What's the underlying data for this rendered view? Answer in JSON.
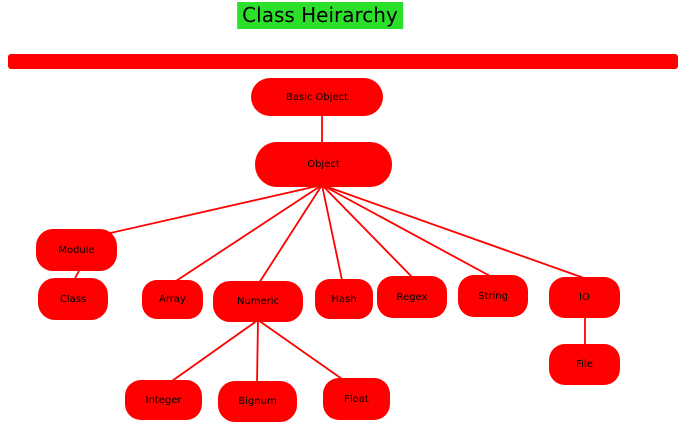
{
  "title": "Class Heirarchy",
  "colors": {
    "node_fill": "#ff0000",
    "edge_line": "#ff0000",
    "divider_bar": "#ff0000",
    "title_highlight": "#2bdf2b",
    "text": "#000000"
  },
  "diagram": {
    "nodes": [
      {
        "id": "basic-object",
        "label": "Basic Object"
      },
      {
        "id": "object",
        "label": "Object"
      },
      {
        "id": "module",
        "label": "Module"
      },
      {
        "id": "class",
        "label": "Class"
      },
      {
        "id": "array",
        "label": "Array"
      },
      {
        "id": "numeric",
        "label": "Numeric"
      },
      {
        "id": "hash",
        "label": "Hash"
      },
      {
        "id": "regex",
        "label": "Regex"
      },
      {
        "id": "string",
        "label": "String"
      },
      {
        "id": "io",
        "label": "IO"
      },
      {
        "id": "file",
        "label": "File"
      },
      {
        "id": "integer",
        "label": "Integer"
      },
      {
        "id": "bignum",
        "label": "Bignum"
      },
      {
        "id": "float",
        "label": "Float"
      }
    ],
    "edges": [
      {
        "from": "Basic Object",
        "to": "Object"
      },
      {
        "from": "Object",
        "to": "Module"
      },
      {
        "from": "Object",
        "to": "Array"
      },
      {
        "from": "Object",
        "to": "Numeric"
      },
      {
        "from": "Object",
        "to": "Hash"
      },
      {
        "from": "Object",
        "to": "Regex"
      },
      {
        "from": "Object",
        "to": "String"
      },
      {
        "from": "Object",
        "to": "IO"
      },
      {
        "from": "Module",
        "to": "Class"
      },
      {
        "from": "Numeric",
        "to": "Integer"
      },
      {
        "from": "Numeric",
        "to": "Bignum"
      },
      {
        "from": "Numeric",
        "to": "Float"
      },
      {
        "from": "IO",
        "to": "File"
      }
    ]
  }
}
